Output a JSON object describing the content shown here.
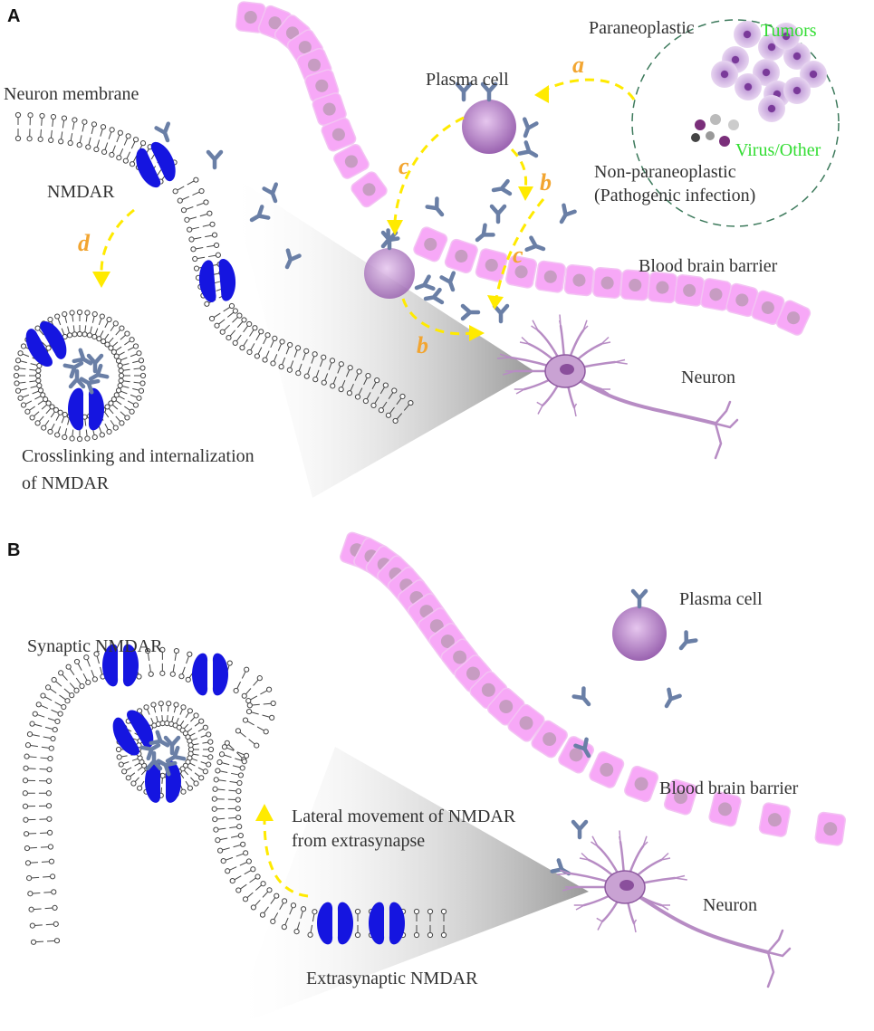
{
  "panels": {
    "a": "A",
    "b": "B"
  },
  "panel_a": {
    "neuron_membrane": "Neuron membrane",
    "nmdar": "NMDAR",
    "crosslinking_line1": "Crosslinking and internalization",
    "crosslinking_line2": "of NMDAR",
    "plasma_cell": "Plasma cell",
    "paraneoplastic": "Paraneoplastic",
    "tumors": "Tumors",
    "virus_other": "Virus/Other",
    "non_paraneoplastic": "Non-paraneoplastic",
    "pathogenic_infection": "(Pathogenic infection)",
    "blood_brain_barrier": "Blood brain barrier",
    "neuron": "Neuron",
    "steps": {
      "a": "a",
      "b": "b",
      "c": "c",
      "d": "d"
    }
  },
  "panel_b": {
    "synaptic_nmdar": "Synaptic NMDAR",
    "plasma_cell": "Plasma cell",
    "lateral_line1": "Lateral movement of NMDAR",
    "lateral_line2": "from extrasynapse",
    "blood_brain_barrier": "Blood brain barrier",
    "neuron": "Neuron",
    "extrasynaptic_nmdar": "Extrasynaptic NMDAR"
  },
  "colors": {
    "barrier_cell": "#f7a8f7",
    "barrier_nucleus": "#c79cc2",
    "receptor": "#1515e0",
    "antibody": "#6a7fa6",
    "arrow": "#ffea00",
    "step_letter": "#f2a531",
    "green_text": "#33dd33",
    "tumor_cell": "#b48ad0",
    "neuron_body": "#b78cc4"
  }
}
